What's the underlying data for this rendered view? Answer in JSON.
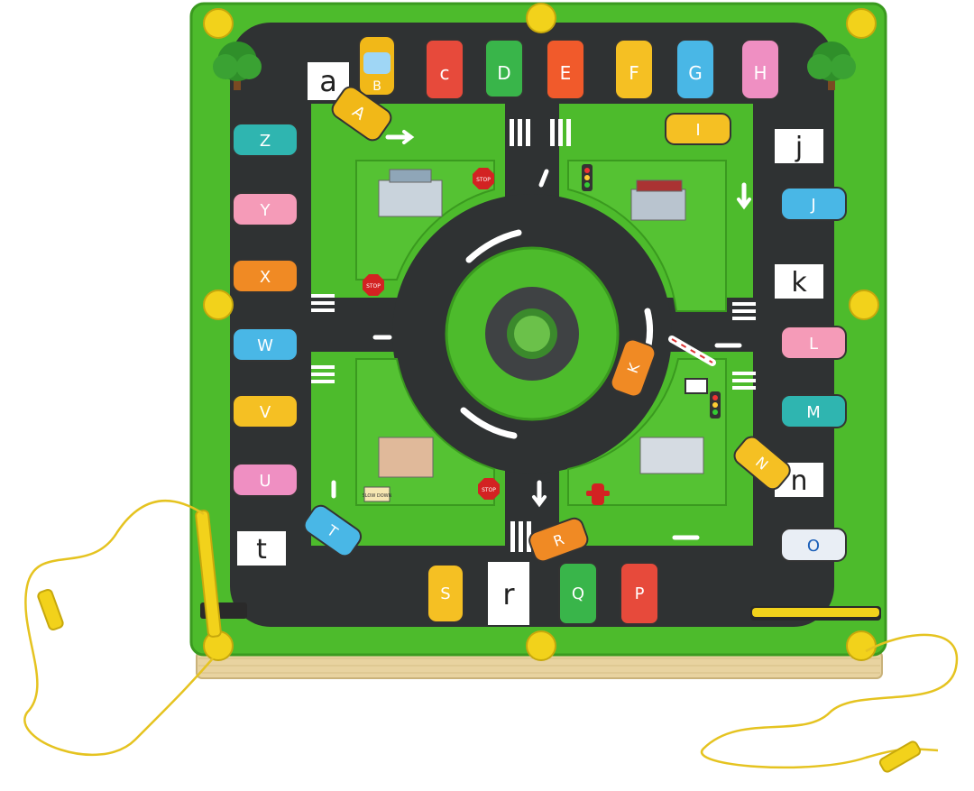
{
  "board": {
    "top_letters": [
      "a",
      "B",
      "c",
      "D",
      "E",
      "F",
      "G",
      "H"
    ],
    "right_letters": [
      "I",
      "j",
      "J",
      "k",
      "K",
      "L",
      "M",
      "N",
      "n",
      "O"
    ],
    "bottom_letters": [
      "P",
      "Q",
      "r",
      "R",
      "S"
    ],
    "left_letters": [
      "t",
      "T",
      "U",
      "V",
      "W",
      "X",
      "Y",
      "Z",
      "A"
    ],
    "sign_stop": "STOP",
    "sign_slow": "SLOW DOWN"
  },
  "colors": {
    "board_green": "#4dbb2c",
    "road_dark": "#2f3233",
    "peg_yellow": "#f2d21b",
    "wood": "#e8d3a0"
  },
  "icons": [
    "tree-icon",
    "building-icon",
    "traffic-light-icon",
    "stop-sign-icon",
    "fire-hydrant-icon",
    "magnetic-pen-icon"
  ]
}
